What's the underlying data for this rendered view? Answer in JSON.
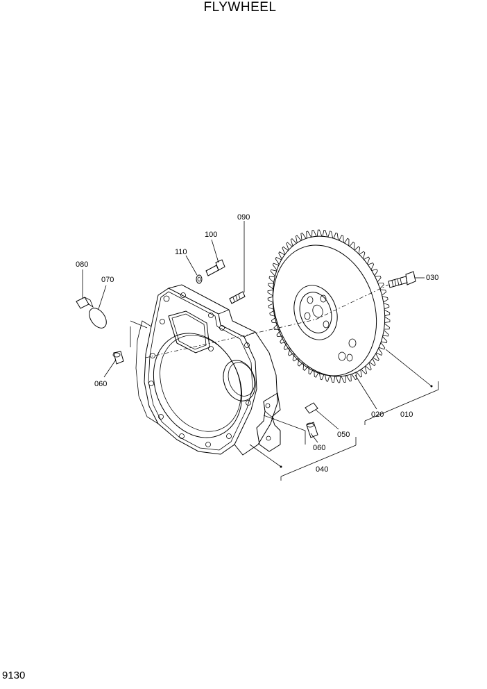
{
  "title": "FLYWHEEL",
  "page_number": "9130",
  "callouts": [
    {
      "id": "c010",
      "label": "010"
    },
    {
      "id": "c020",
      "label": "020"
    },
    {
      "id": "c030",
      "label": "030"
    },
    {
      "id": "c040",
      "label": "040"
    },
    {
      "id": "c050",
      "label": "050"
    },
    {
      "id": "c060a",
      "label": "060"
    },
    {
      "id": "c060b",
      "label": "060"
    },
    {
      "id": "c070",
      "label": "070"
    },
    {
      "id": "c080",
      "label": "080"
    },
    {
      "id": "c090",
      "label": "090"
    },
    {
      "id": "c100",
      "label": "100"
    },
    {
      "id": "c110",
      "label": "110"
    }
  ]
}
